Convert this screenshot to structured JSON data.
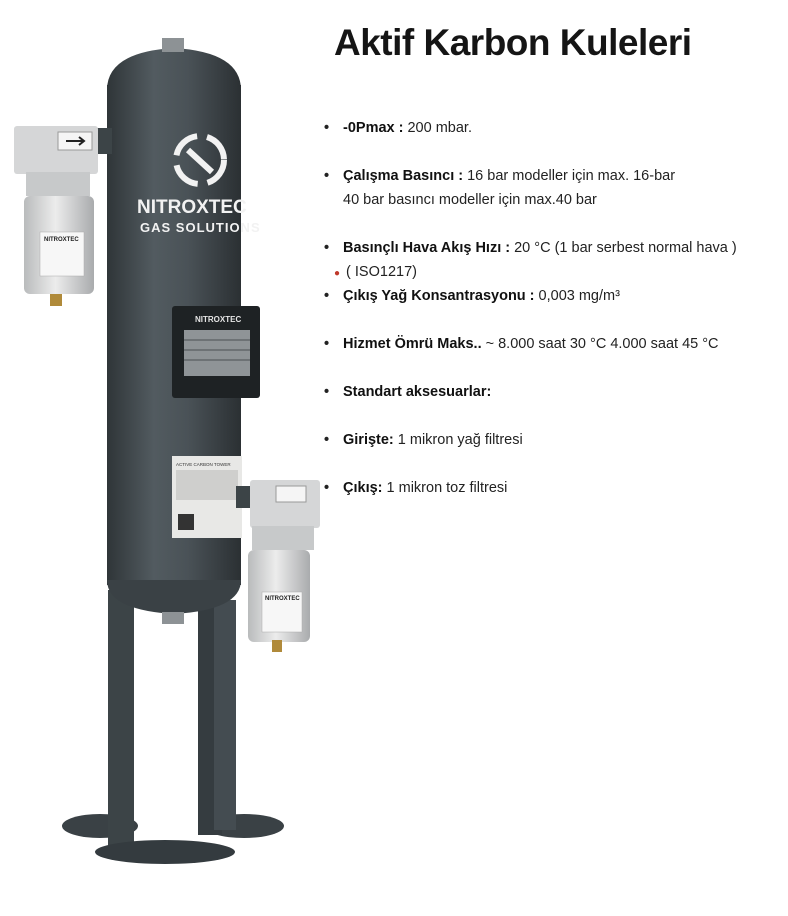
{
  "title": "Aktif Karbon Kuleleri",
  "specs": [
    {
      "label": "-0Pmax :",
      "value": " 200 mbar."
    },
    {
      "label": "Çalışma Basıncı :",
      "value": "  16 bar modeller için max. 16-bar",
      "cont": "40 bar basıncı modeller için max.40 bar"
    },
    {
      "label": "Basınçlı Hava Akış Hızı :",
      "value": "  20 °C (1 bar serbest normal hava )",
      "cont": "( ISO1217)"
    },
    {
      "label": "Çıkış Yağ Konsantrasyonu :",
      "value": "  0,003 mg/m³"
    },
    {
      "label": "Hizmet Ömrü Maks..",
      "value": " ~  8.000 saat 30 °C  4.000 saat 45 °C"
    },
    {
      "label": "Standart aksesuarlar:",
      "value": ""
    },
    {
      "label": "Girişte:",
      "value": " 1 mikron yağ filtresi"
    },
    {
      "label": "Çıkış:",
      "value": " 1 mikron toz filtresi"
    }
  ],
  "product": {
    "brand_line1": "NITROXTEC",
    "brand_line2": "GAS SOLUTIONS",
    "plate_brand": "NITROXTEC",
    "filter_brand": "NITROXTEC",
    "label_title": "ACTIVE CARBON TOWER"
  },
  "colors": {
    "tank": "#4a5257",
    "tank_dark": "#2f3538",
    "filter": "#d9dadb",
    "accent": "#c0392b"
  }
}
